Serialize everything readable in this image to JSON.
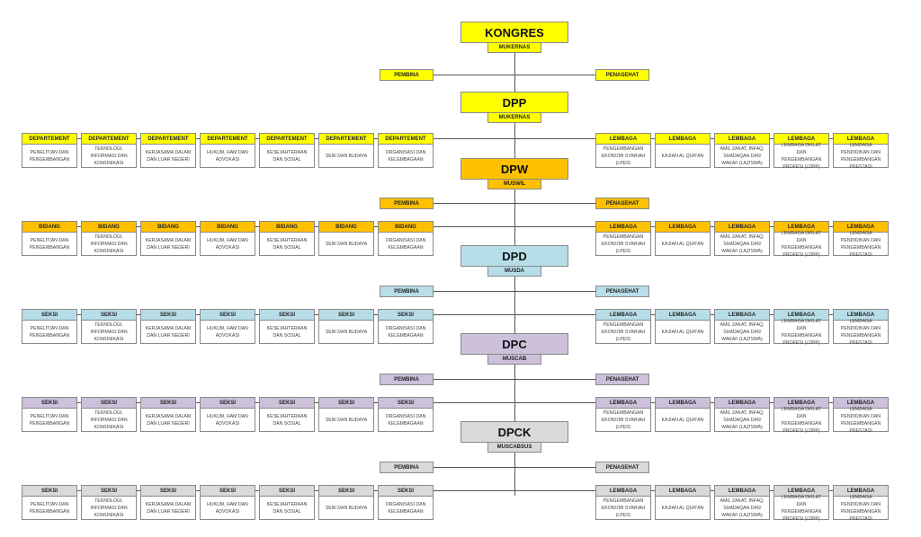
{
  "top": {
    "title": "KONGRES",
    "sub": "MUKERNAS",
    "color": "#ffff00"
  },
  "pembina_label": "PEMBINA",
  "penasehat_label": "PENASEHAT",
  "left_items": [
    "PENELITIAN DAN PENGEMBANGAN",
    "TEKNOLOGI, INFORMASI DAN KOMUNIKASI",
    "KERJASAMA DALAM DAN LUAR NEGERI",
    "HUKUM, HAM DAN ADVOKASI",
    "KESEJAHTERAAN DAN SOSIAL",
    "SENI DAN BUDAYA",
    "ORGANISASI DAN KELEMBAGAAN"
  ],
  "right_header": "LEMBAGA",
  "right_items": [
    "PENGEMBANGAN EKONOMI SYARIAH (LPES)",
    "KAJIAN AL QUR'AN",
    "AMIL ZAKAT, INFAQ, SHADAQAH DAN WAKAF (LAZISWA)",
    "LEMBAGA DIKLAT DAN PENGEMBANGAN PROFESI (LDPP)",
    "LEMBAGA PENDIDIKAN DAN PENGEMBANGAN PRESTASI"
  ],
  "levels": [
    {
      "title": "DPP",
      "sub": "MUKERNAS",
      "left_header": "DEPARTEMENT",
      "color": "#ffff00"
    },
    {
      "title": "DPW",
      "sub": "MUSWIL",
      "left_header": "BIDANG",
      "color": "#ffc000"
    },
    {
      "title": "DPD",
      "sub": "MUSDA",
      "left_header": "SEKSI",
      "color": "#b7dee8"
    },
    {
      "title": "DPC",
      "sub": "MUSCAB",
      "left_header": "SEKSI",
      "color": "#ccc0da"
    },
    {
      "title": "DPCK",
      "sub": "MUSCABSUS",
      "left_header": "SEKSI",
      "color": "#d9d9d9"
    }
  ]
}
